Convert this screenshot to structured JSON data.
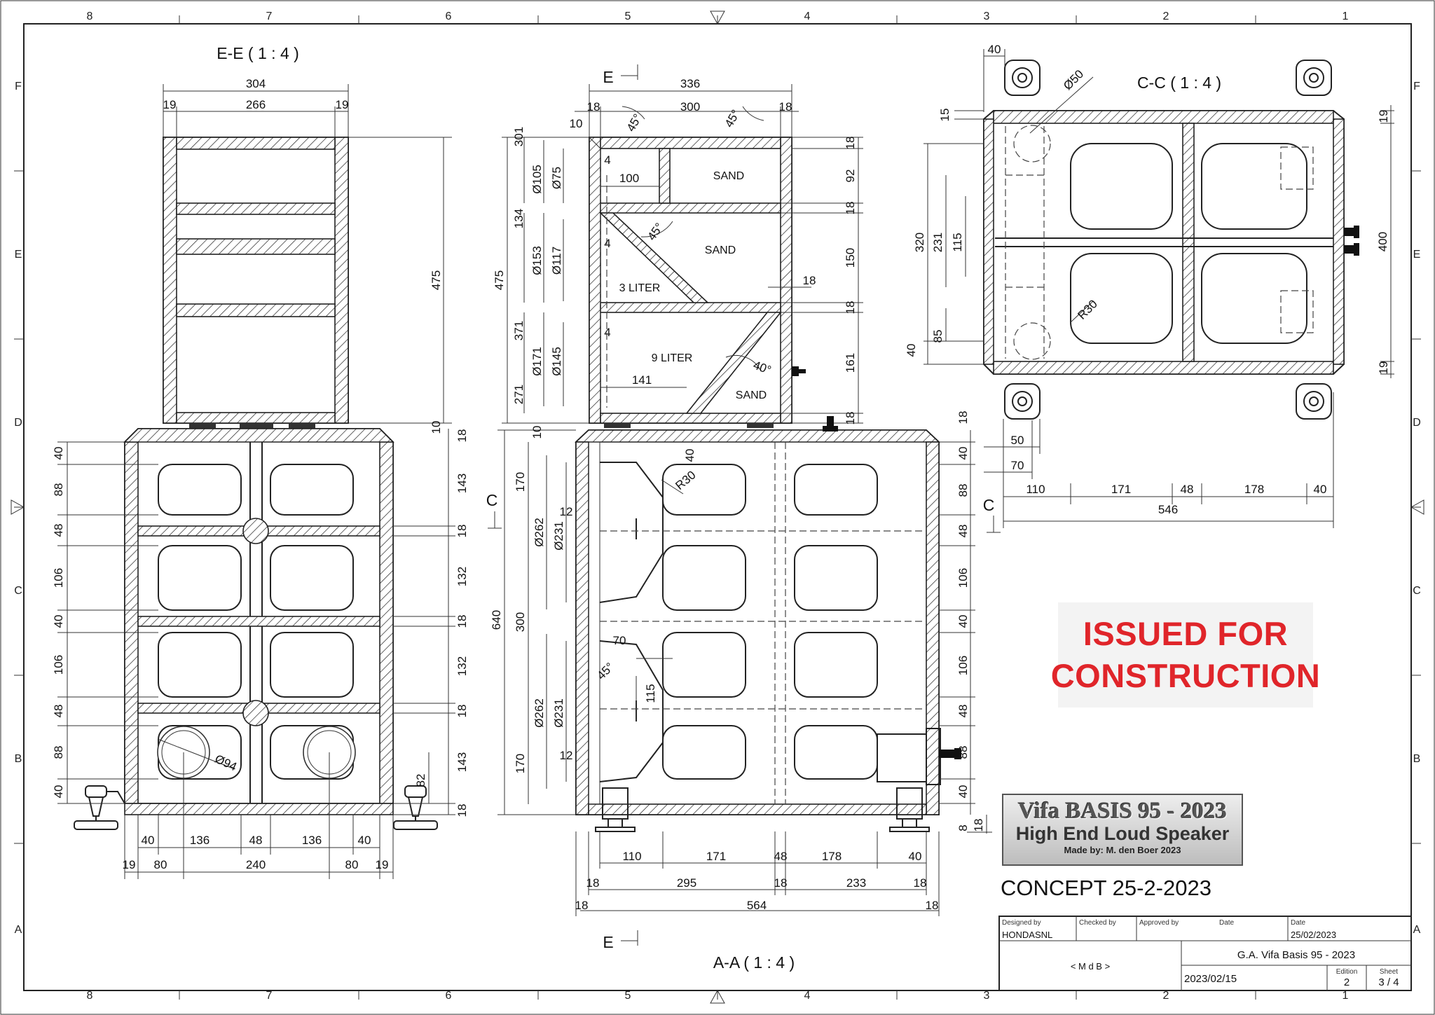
{
  "sheet": {
    "zone_columns": [
      "8",
      "7",
      "6",
      "5",
      "4",
      "3",
      "2",
      "1"
    ],
    "zone_rows": [
      "F",
      "E",
      "D",
      "C",
      "B",
      "A"
    ]
  },
  "views": {
    "ee_title": "E-E ( 1 : 4 )",
    "cc_title": "C-C ( 1 : 4 )",
    "aa_title": "A-A ( 1 : 4 )",
    "section_marker_e": "E",
    "section_marker_c": "C"
  },
  "labels": {
    "sand_top": "SAND",
    "sand_mid": "SAND",
    "sand_bot": "SAND",
    "liter3": "3 LITER",
    "liter9": "9 LITER"
  },
  "dims": {
    "ee_304": "304",
    "ee_19a": "19",
    "ee_266": "266",
    "ee_19b": "19",
    "ee_475": "475",
    "ee_10": "10",
    "ft_18a": "18",
    "ft_143a": "143",
    "ft_18b": "18",
    "ft_132a": "132",
    "ft_18c": "18",
    "ft_132b": "132",
    "ft_18d": "18",
    "ft_143b": "143",
    "ft_18e": "18",
    "ft_82": "82",
    "fl_40a": "40",
    "fl_88a": "88",
    "fl_48a": "48",
    "fl_106a": "106",
    "fl_40b": "40",
    "fl_106b": "106",
    "fl_48b": "48",
    "fl_88b": "88",
    "fl_40c": "40",
    "fb_40a": "40",
    "fb_136a": "136",
    "fb_48": "48",
    "fb_136b": "136",
    "fb_40b": "40",
    "fb_19a": "19",
    "fb_80a": "80",
    "fb_240": "240",
    "fb_80b": "80",
    "fb_19b": "19",
    "port_94": "Ø94",
    "s_336": "336",
    "s_18a": "18",
    "s_300": "300",
    "s_18b": "18",
    "s_10": "10",
    "s_45a": "45°",
    "s_45b": "45°",
    "s_301": "301",
    "s_134": "134",
    "s_371": "371",
    "s_271": "271",
    "s_475": "475",
    "s_d105": "Ø105",
    "s_d75": "Ø75",
    "s_d153": "Ø153",
    "s_d117": "Ø117",
    "s_d171": "Ø171",
    "s_d145": "Ø145",
    "s_4a": "4",
    "s_4b": "4",
    "s_4c": "4",
    "s_100": "100",
    "s_45c": "45°",
    "s_141": "141",
    "s_40deg": "40°",
    "s_r18a": "18",
    "s_92": "92",
    "s_r18b": "18",
    "s_150": "150",
    "s_18mid": "18",
    "s_r18c": "18",
    "s_161": "161",
    "s_r18d": "18",
    "a_10": "10",
    "a_170a": "170",
    "a_300": "300",
    "a_170b": "170",
    "a_640": "640",
    "a_d262a": "Ø262",
    "a_d231a": "Ø231",
    "a_d262b": "Ø262",
    "a_d231b": "Ø231",
    "a_12a": "12",
    "a_12b": "12",
    "a_70": "70",
    "a_45": "45°",
    "a_115": "115",
    "a_40": "40",
    "a_r30": "R30",
    "a_r18a": "18",
    "a_r18b": "18",
    "a_r18c": "18",
    "a_r18d": "18",
    "a_r18e": "18",
    "a_r18f": "18",
    "a_8": "8",
    "a_r40a": "40",
    "a_r88a": "88",
    "a_r48a": "48",
    "a_r106a": "106",
    "a_r40b": "40",
    "a_r106b": "106",
    "a_r48b": "48",
    "a_r88b": "88",
    "a_r40c": "40",
    "a_110": "110",
    "a_171": "171",
    "a_48": "48",
    "a_178": "178",
    "a_40b": "40",
    "a_18a": "18",
    "a_295": "295",
    "a_18b": "18",
    "a_233": "233",
    "a_18c": "18",
    "a_564": "564",
    "a_18d": "18",
    "c_40": "40",
    "c_d50": "Ø50",
    "c_15": "15",
    "c_19a": "19",
    "c_320": "320",
    "c_231": "231",
    "c_115": "115",
    "c_85": "85",
    "c_40b": "40",
    "c_r30": "R30",
    "c_400": "400",
    "c_19b": "19",
    "c_50": "50",
    "c_70": "70",
    "c_110": "110",
    "c_171": "171",
    "c_48": "48",
    "c_178": "178",
    "c_40c": "40",
    "c_546": "546"
  },
  "stamp": {
    "line1": "ISSUED FOR",
    "line2": "CONSTRUCTION"
  },
  "logo": {
    "title": "Vifa BASIS 95 - 2023",
    "subtitle": "High End Loud Speaker",
    "author": "Made by: M. den Boer 2023"
  },
  "concept": "CONCEPT 25-2-2023",
  "title_block": {
    "designed_by_label": "Designed by",
    "designed_by": "HONDASNL",
    "checked_by_label": "Checked by",
    "approved_by_label": "Approved by",
    "date_label_1": "Date",
    "date_label_2": "Date",
    "date": "25/02/2023",
    "initials": "< M d B >",
    "drawing_title": "G.A. Vifa Basis 95 - 2023",
    "revision_date": "2023/02/15",
    "edition_label": "Edition",
    "edition": "2",
    "sheet_label": "Sheet",
    "sheet": "3 / 4"
  }
}
